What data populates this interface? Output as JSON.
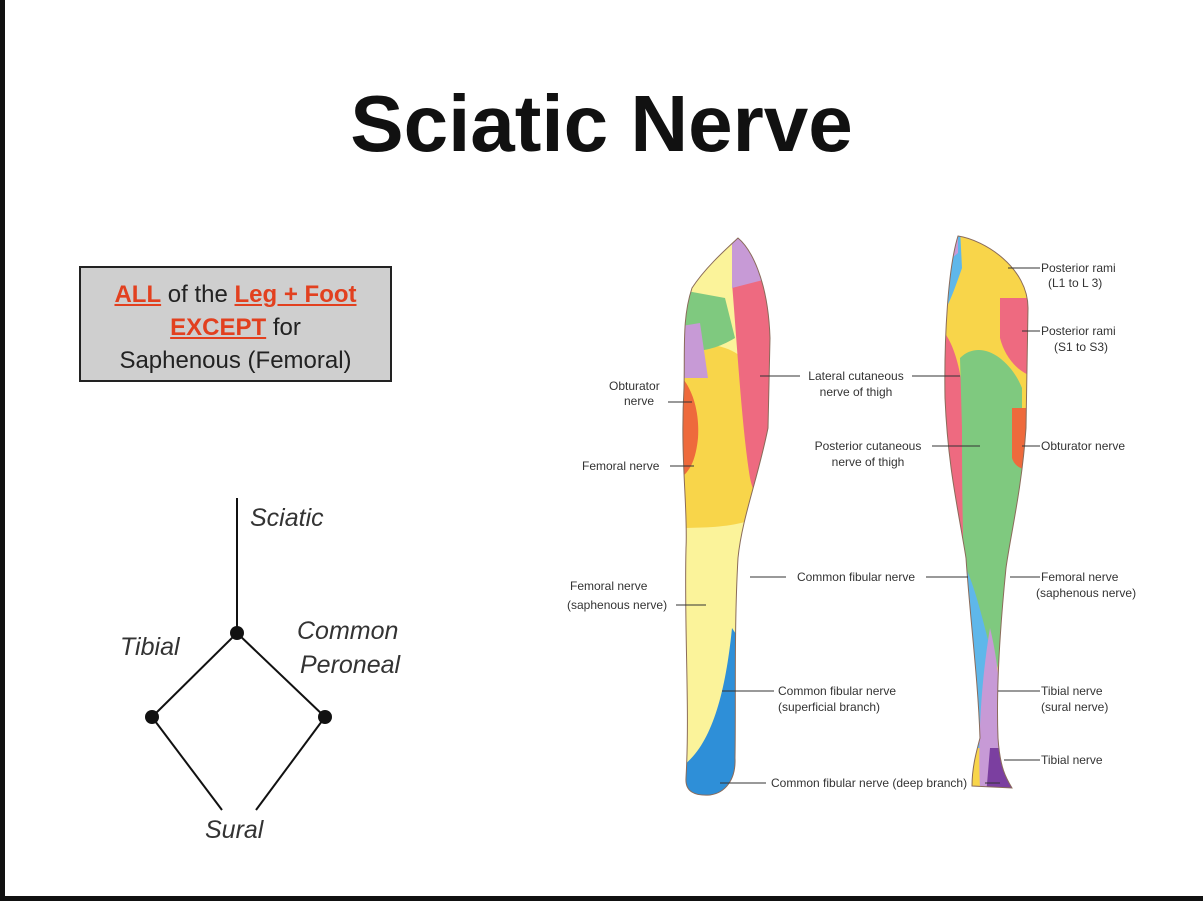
{
  "slide": {
    "title": "Sciatic Nerve"
  },
  "callout": {
    "all": "ALL",
    "of_the": " of the ",
    "leg_foot": "Leg + Foot",
    "except": "EXCEPT",
    "for": " for",
    "saphenous": "Saphenous (Femoral)"
  },
  "tree": {
    "sciatic": "Sciatic",
    "tibial": "Tibial",
    "common": "Common",
    "peroneal": "Peroneal",
    "sural": "Sural"
  },
  "anterior_labels": {
    "obturator_1": "Obturator",
    "obturator_2": "nerve",
    "femoral": "Femoral nerve",
    "femoral_saph_1": "Femoral nerve",
    "femoral_saph_2": "(saphenous nerve)"
  },
  "middle_labels": {
    "lat_cut_1": "Lateral cutaneous",
    "lat_cut_2": "nerve of thigh",
    "post_cut_1": "Posterior cutaneous",
    "post_cut_2": "nerve of thigh",
    "common_fibular": "Common fibular nerve",
    "superficial_1": "Common fibular nerve",
    "superficial_2": "(superficial branch)",
    "deep": "Common fibular nerve (deep branch)"
  },
  "posterior_labels": {
    "post_rami_l_1": "Posterior rami",
    "post_rami_l_2": "(L1 to L 3)",
    "post_rami_s_1": "Posterior rami",
    "post_rami_s_2": "(S1 to S3)",
    "obturator": "Obturator nerve",
    "femoral_1": "Femoral nerve",
    "femoral_2": "(saphenous nerve)",
    "tibial_sural_1": "Tibial nerve",
    "tibial_sural_2": "(sural nerve)",
    "tibial": "Tibial nerve"
  },
  "colors": {
    "highlight": "#e2401f",
    "pink": "#ee6a80",
    "yellow": "#f8d54a",
    "pale_yellow": "#fbf39a",
    "blue": "#5fb7ea",
    "dark_blue": "#2e8fd8",
    "green": "#7fc97f",
    "purple": "#c79ad6",
    "orange": "#ee6a3c"
  }
}
